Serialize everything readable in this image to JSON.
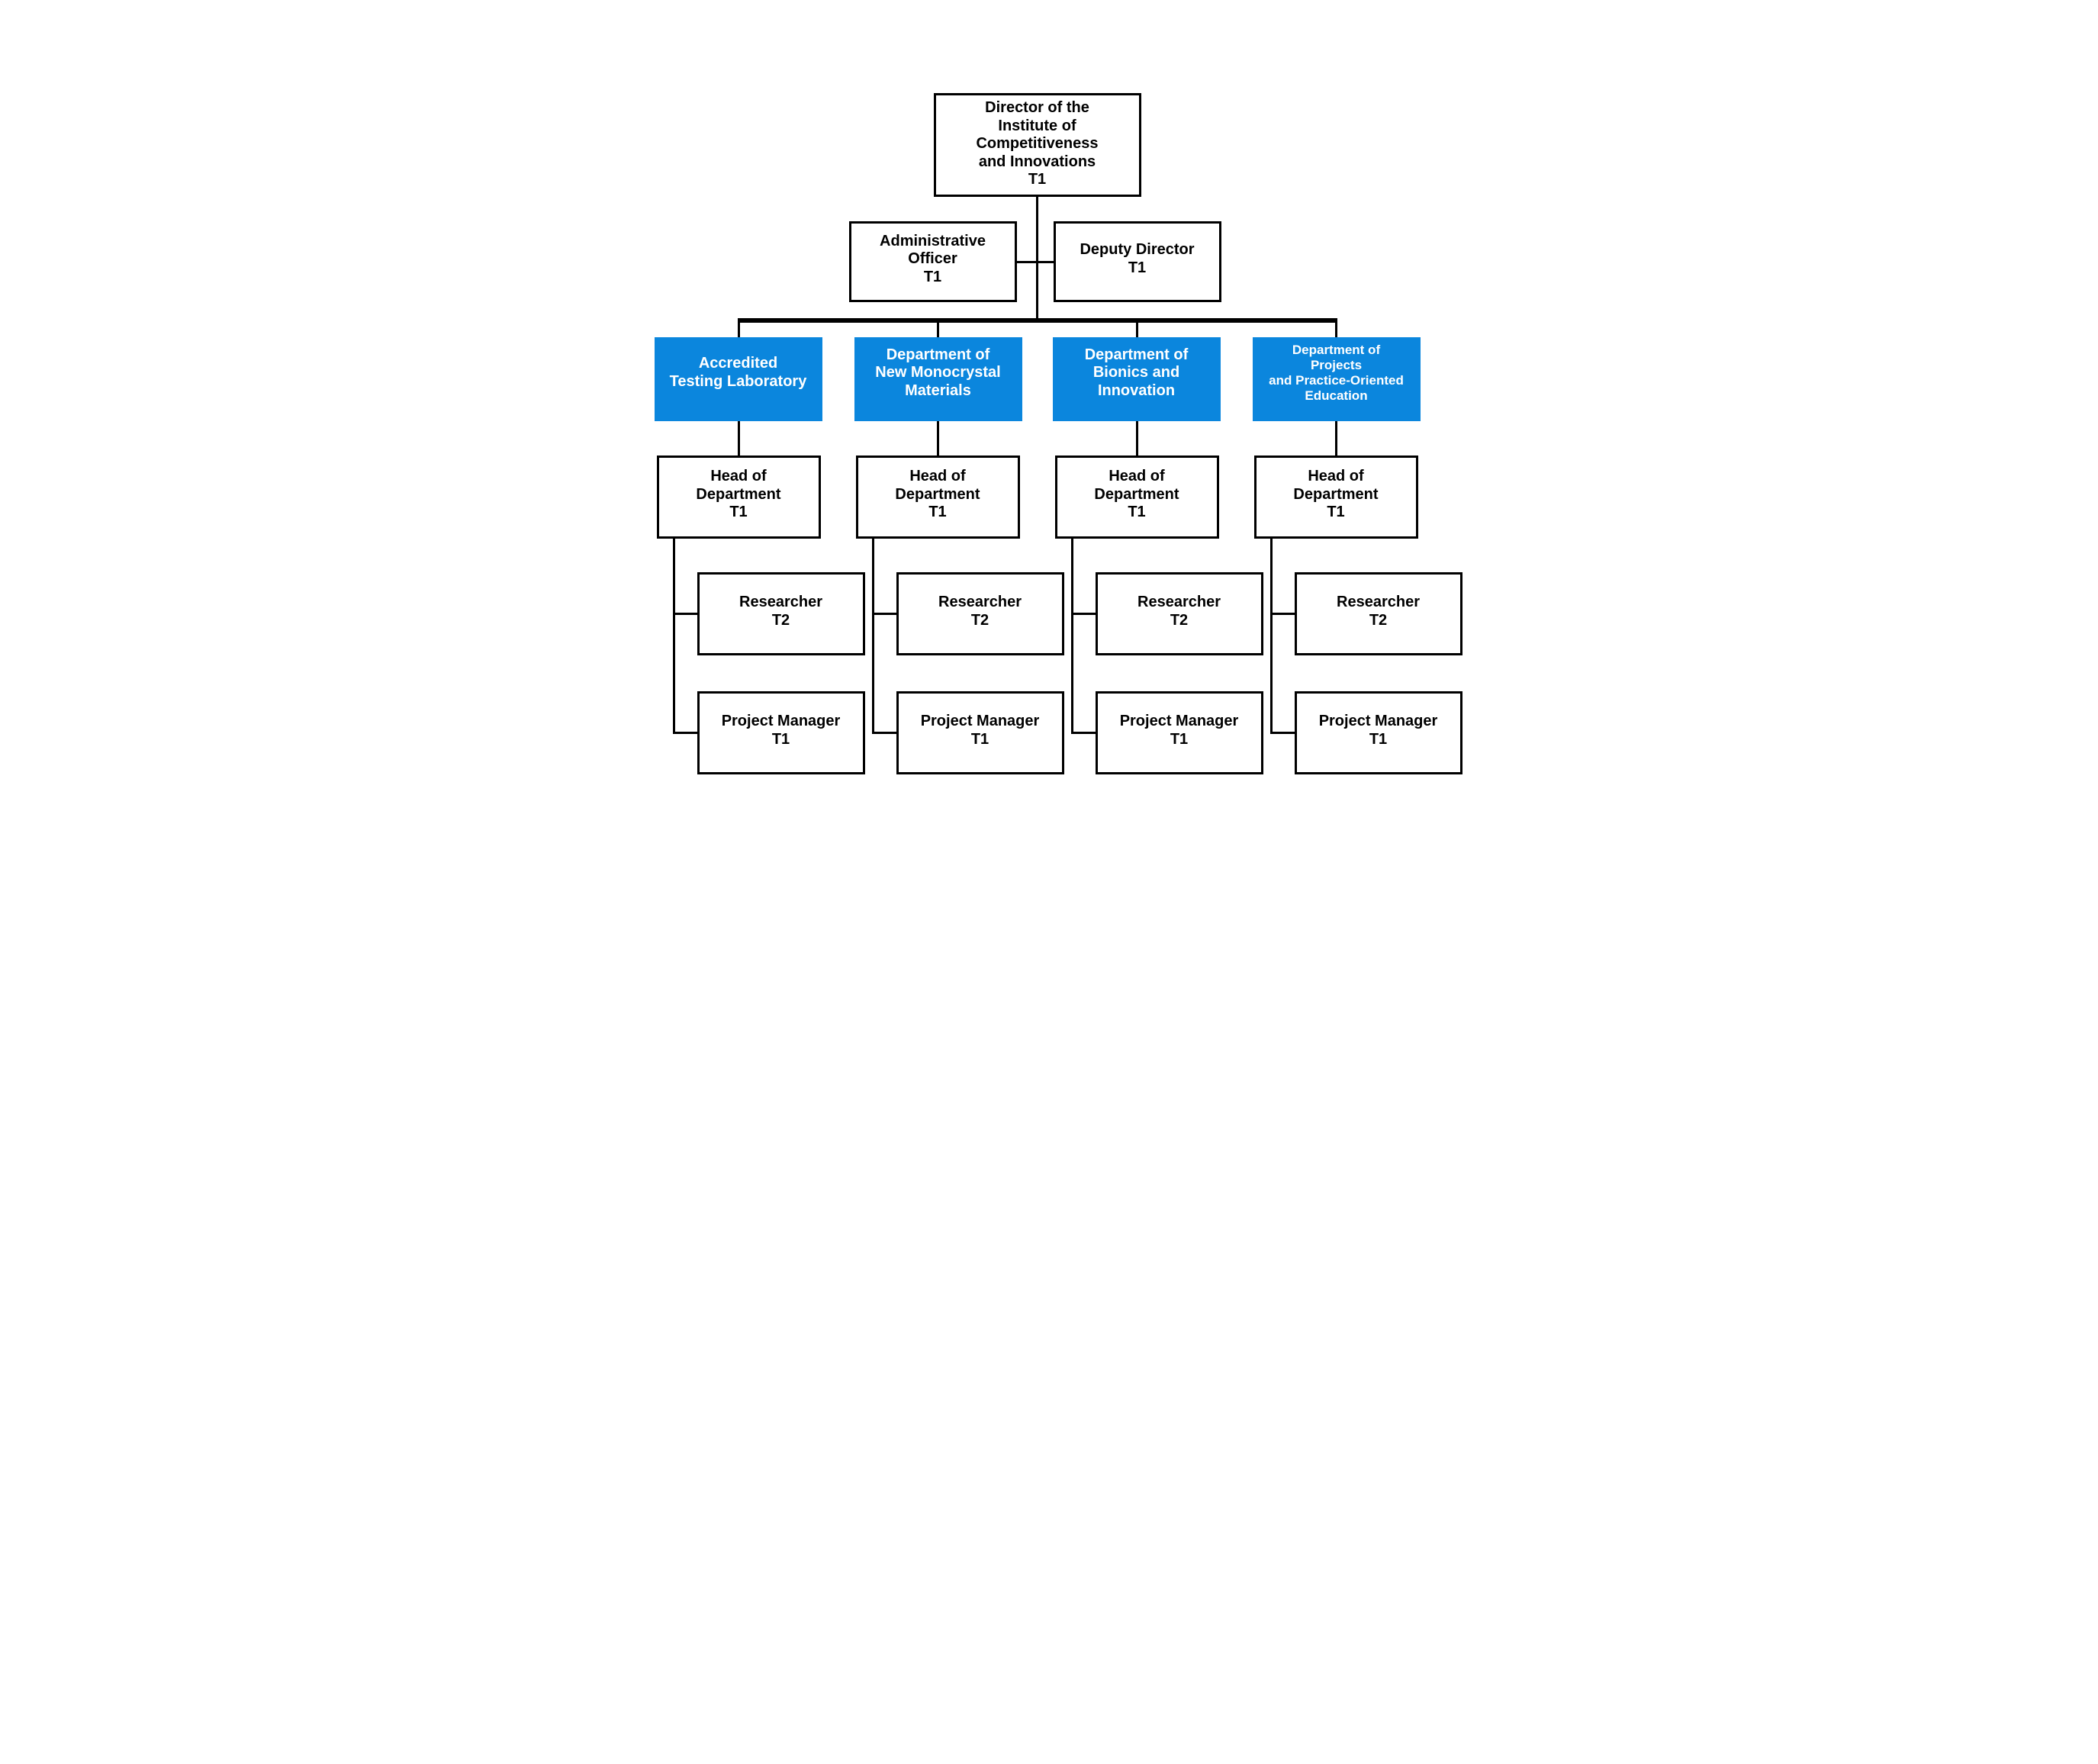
{
  "colors": {
    "background": "#ffffff",
    "line": "#000000",
    "text": "#000000",
    "dept_fill": "#0b86dd",
    "dept_text": "#ffffff"
  },
  "chart": {
    "director": {
      "lines": [
        "Director of the",
        "Institute of",
        "Competitiveness",
        "and Innovations",
        "T1"
      ]
    },
    "administrative_officer": {
      "lines": [
        "Administrative",
        "Officer",
        "T1"
      ]
    },
    "deputy_director": {
      "lines": [
        "Deputy Director",
        "T1"
      ]
    },
    "columns": [
      {
        "department": {
          "lines": [
            "Accredited",
            "Testing Laboratory"
          ]
        },
        "head": {
          "lines": [
            "Head of",
            "Department",
            "T1"
          ]
        },
        "researcher": {
          "lines": [
            "Researcher",
            "T2"
          ]
        },
        "project_manager": {
          "lines": [
            "Project Manager",
            "T1"
          ]
        }
      },
      {
        "department": {
          "lines": [
            "Department of",
            "New Monocrystal",
            "Materials"
          ]
        },
        "head": {
          "lines": [
            "Head of",
            "Department",
            "T1"
          ]
        },
        "researcher": {
          "lines": [
            "Researcher",
            "T2"
          ]
        },
        "project_manager": {
          "lines": [
            "Project Manager",
            "T1"
          ]
        }
      },
      {
        "department": {
          "lines": [
            "Department of",
            "Bionics and",
            "Innovation"
          ]
        },
        "head": {
          "lines": [
            "Head of",
            "Department",
            "T1"
          ]
        },
        "researcher": {
          "lines": [
            "Researcher",
            "T2"
          ]
        },
        "project_manager": {
          "lines": [
            "Project Manager",
            "T1"
          ]
        }
      },
      {
        "department": {
          "lines": [
            "Department of",
            "Projects",
            "and Practice-Oriented",
            "Education"
          ]
        },
        "head": {
          "lines": [
            "Head of",
            "Department",
            "T1"
          ]
        },
        "researcher": {
          "lines": [
            "Researcher",
            "T2"
          ]
        },
        "project_manager": {
          "lines": [
            "Project Manager",
            "T1"
          ]
        }
      }
    ]
  }
}
